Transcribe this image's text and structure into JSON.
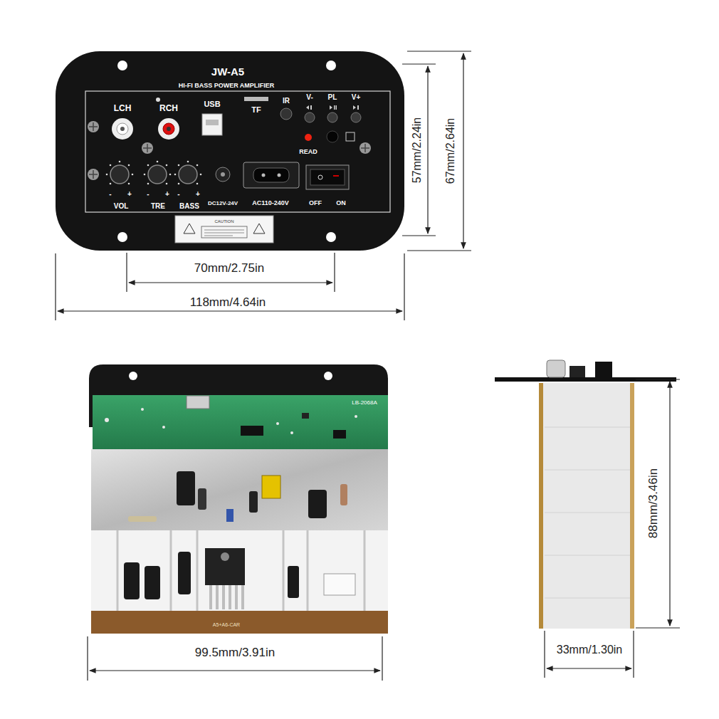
{
  "diagram": {
    "labels": [
      "JW-A5",
      "HI-FI BASS POWER AMPLIFIER",
      "LCH",
      "RCH",
      "USB",
      "TF",
      "IR",
      "V-",
      "PL",
      "V+",
      "READ",
      "-",
      "+",
      "-",
      "+",
      "-",
      "+",
      "VOL",
      "TRE",
      "BASS",
      "DC12V-24V",
      "AC110-240V",
      "OFF",
      "ON",
      "CAUTION",
      "70mm/2.75in",
      "118mm/4.64in",
      "57mm/2.24in",
      "67mm/2.64in",
      "LB-2068A",
      "A5+A6-CAR",
      "99.5mm/3.91in",
      "88mm/3.46in",
      "33mm/1.30in"
    ]
  }
}
